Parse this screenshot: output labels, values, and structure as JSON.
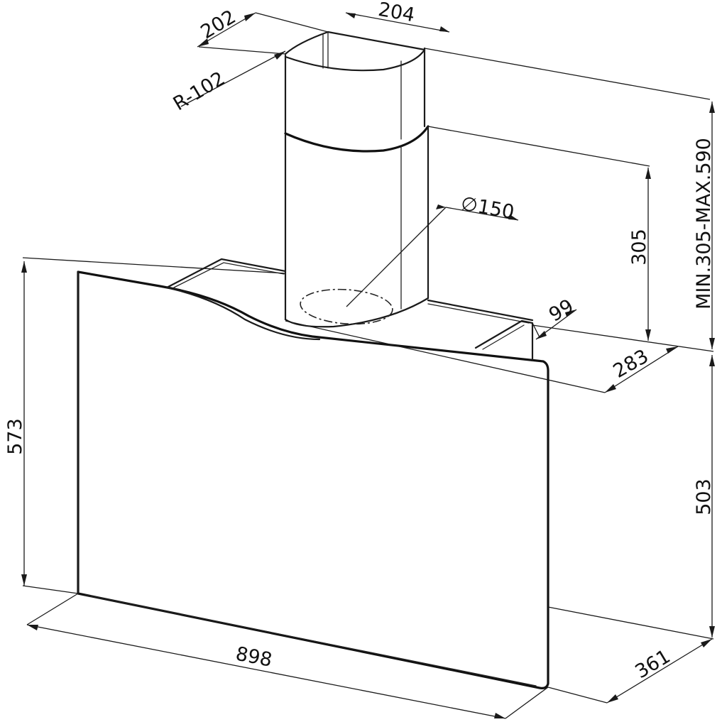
{
  "diagram": {
    "type": "technical-drawing",
    "subject": "wall-mounted chimney cooker hood",
    "colors": {
      "line": "#1a1a1a",
      "background": "#ffffff"
    },
    "dimensions": {
      "chimney_depth": "202",
      "chimney_width": "204",
      "chimney_radius": "R-102",
      "duct_diameter": "150",
      "diameter_symbol": "∅",
      "chimney_lower_height": "305",
      "chimney_total_height": "MIN.305-MAX.590",
      "bracket_width": "99",
      "top_depth": "283",
      "panel_height": "573",
      "body_height": "503",
      "width": "898",
      "bottom_depth": "361"
    }
  }
}
